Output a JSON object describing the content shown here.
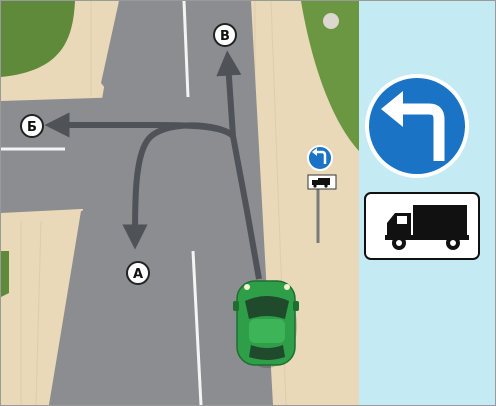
{
  "route_labels": {
    "straight": "В",
    "left": "Б",
    "u_turn": "А"
  },
  "signs": {
    "main_sign": "left-turn-arrow",
    "plate": "truck-icon"
  },
  "colors": {
    "road": "#8b8d90",
    "sidewalk": "#e9d9b8",
    "grass": "#5f8a3a",
    "sign_blue": "#1a73c4",
    "car_green": "#2f9e48",
    "panel_bg": "#c4ebf4",
    "route_arrow": "#4f5256"
  }
}
